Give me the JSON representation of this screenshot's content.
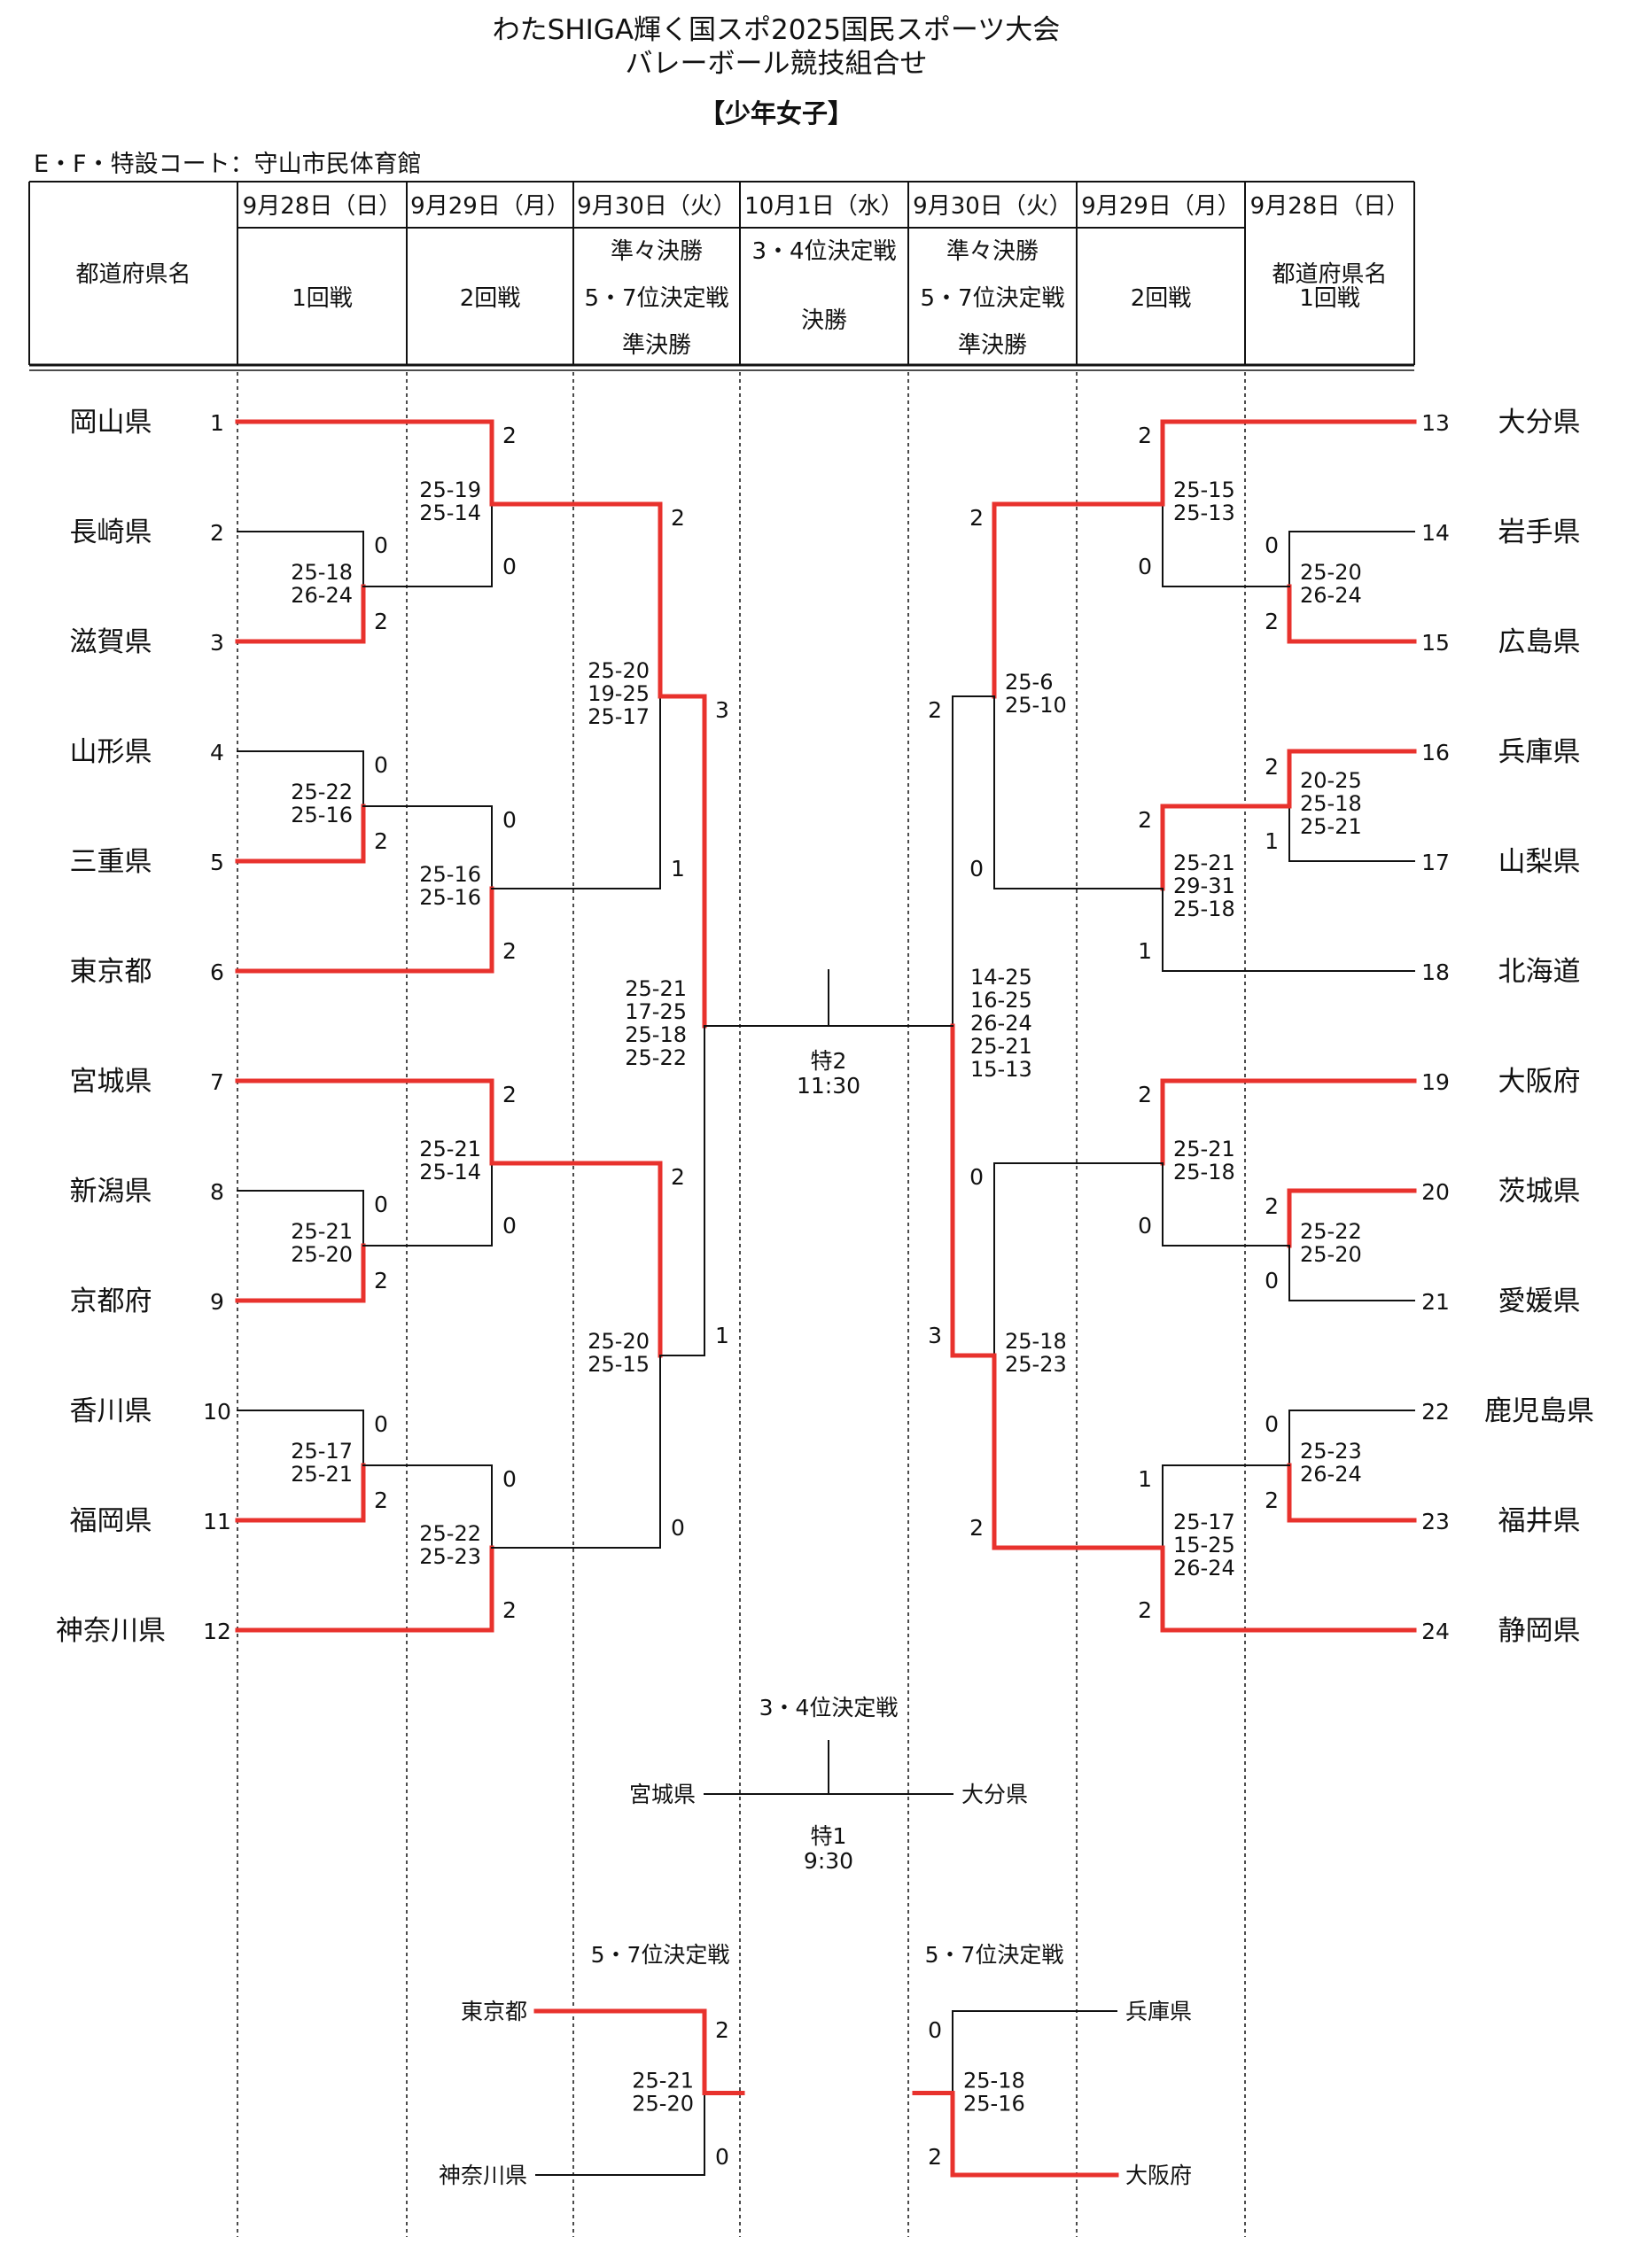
{
  "title": {
    "line1": "わたSHIGA輝く国スポ2025国民スポーツ大会",
    "line2": "バレーボール競技組合せ",
    "category": "【少年女子】"
  },
  "venue": "E・F・特設コート：守山市民体育館",
  "header": {
    "pref_col": "都道府県名",
    "cols": [
      {
        "date": "9月28日（日）",
        "lines": [
          "1回戦"
        ]
      },
      {
        "date": "9月29日（月）",
        "lines": [
          "2回戦"
        ]
      },
      {
        "date": "9月30日（火）",
        "lines": [
          "準々決勝",
          "5・7位決定戦",
          "準決勝"
        ]
      },
      {
        "date": "10月1日（水）",
        "lines": [
          "3・4位決定戦",
          "決勝"
        ]
      },
      {
        "date": "9月30日（火）",
        "lines": [
          "準々決勝",
          "5・7位決定戦",
          "準決勝"
        ]
      },
      {
        "date": "9月29日（月）",
        "lines": [
          "2回戦"
        ]
      },
      {
        "date": "9月28日（日）",
        "lines": [
          "1回戦"
        ]
      }
    ]
  },
  "teams_left": [
    {
      "seed": "1",
      "name": "岡山県"
    },
    {
      "seed": "2",
      "name": "長崎県"
    },
    {
      "seed": "3",
      "name": "滋賀県"
    },
    {
      "seed": "4",
      "name": "山形県"
    },
    {
      "seed": "5",
      "name": "三重県"
    },
    {
      "seed": "6",
      "name": "東京都"
    },
    {
      "seed": "7",
      "name": "宮城県"
    },
    {
      "seed": "8",
      "name": "新潟県"
    },
    {
      "seed": "9",
      "name": "京都府"
    },
    {
      "seed": "10",
      "name": "香川県"
    },
    {
      "seed": "11",
      "name": "福岡県"
    },
    {
      "seed": "12",
      "name": "神奈川県"
    }
  ],
  "teams_right": [
    {
      "seed": "13",
      "name": "大分県"
    },
    {
      "seed": "14",
      "name": "岩手県"
    },
    {
      "seed": "15",
      "name": "広島県"
    },
    {
      "seed": "16",
      "name": "兵庫県"
    },
    {
      "seed": "17",
      "name": "山梨県"
    },
    {
      "seed": "18",
      "name": "北海道"
    },
    {
      "seed": "19",
      "name": "大阪府"
    },
    {
      "seed": "20",
      "name": "茨城県"
    },
    {
      "seed": "21",
      "name": "愛媛県"
    },
    {
      "seed": "22",
      "name": "鹿児島県"
    },
    {
      "seed": "23",
      "name": "福井県"
    },
    {
      "seed": "24",
      "name": "静岡県"
    }
  ],
  "results": {
    "L_r1_a": {
      "top": "0",
      "bot": "2",
      "scores": [
        "25-18",
        "26-24"
      ]
    },
    "L_r1_b": {
      "top": "0",
      "bot": "2",
      "scores": [
        "25-22",
        "25-16"
      ]
    },
    "L_r1_c": {
      "top": "0",
      "bot": "2",
      "scores": [
        "25-21",
        "25-20"
      ]
    },
    "L_r1_d": {
      "top": "0",
      "bot": "2",
      "scores": [
        "25-17",
        "25-21"
      ]
    },
    "L_r2_a": {
      "top": "2",
      "bot": "0",
      "scores": [
        "25-19",
        "25-14"
      ]
    },
    "L_r2_b": {
      "top": "0",
      "bot": "2",
      "scores": [
        "25-16",
        "25-16"
      ]
    },
    "L_r2_c": {
      "top": "2",
      "bot": "0",
      "scores": [
        "25-21",
        "25-14"
      ]
    },
    "L_r2_d": {
      "top": "0",
      "bot": "2",
      "scores": [
        "25-22",
        "25-23"
      ]
    },
    "L_qf_a": {
      "top": "2",
      "bot": "1",
      "scores": [
        "25-20",
        "19-25",
        "25-17"
      ]
    },
    "L_qf_b": {
      "top": "2",
      "bot": "0",
      "scores": [
        "25-20",
        "25-15"
      ]
    },
    "L_sf": {
      "top": "3",
      "bot": "1",
      "scores": [
        "25-21",
        "17-25",
        "25-18",
        "25-22"
      ]
    },
    "R_r1_a": {
      "top": "0",
      "bot": "2",
      "scores": [
        "25-20",
        "26-24"
      ]
    },
    "R_r1_b": {
      "top": "2",
      "bot": "1",
      "scores": [
        "20-25",
        "25-18",
        "25-21"
      ]
    },
    "R_r1_c": {
      "top": "2",
      "bot": "0",
      "scores": [
        "25-22",
        "25-20"
      ]
    },
    "R_r1_d": {
      "top": "0",
      "bot": "2",
      "scores": [
        "25-23",
        "26-24"
      ]
    },
    "R_r2_a": {
      "top": "2",
      "bot": "0",
      "scores": [
        "25-15",
        "25-13"
      ]
    },
    "R_r2_b": {
      "top": "2",
      "bot": "1",
      "scores": [
        "25-21",
        "29-31",
        "25-18"
      ]
    },
    "R_r2_c": {
      "top": "2",
      "bot": "0",
      "scores": [
        "25-21",
        "25-18"
      ]
    },
    "R_r2_d": {
      "top": "1",
      "bot": "2",
      "scores": [
        "25-17",
        "15-25",
        "26-24"
      ]
    },
    "R_qf_a": {
      "top": "2",
      "bot": "0",
      "scores": [
        "25-6",
        "25-10"
      ]
    },
    "R_qf_b": {
      "top": "0",
      "bot": "2",
      "scores": [
        "25-18",
        "25-23"
      ]
    },
    "R_sf": {
      "top": "2",
      "bot": "3",
      "scores": [
        "14-25",
        "16-25",
        "26-24",
        "25-21",
        "15-13"
      ]
    }
  },
  "final": {
    "court": "特2",
    "time": "11:30"
  },
  "third_place": {
    "title": "3・4位決定戦",
    "left": "宮城県",
    "right": "大分県",
    "court": "特1",
    "time": "9:30"
  },
  "fifth_left": {
    "title": "5・7位決定戦",
    "top": "東京都",
    "bot": "神奈川県",
    "top_sets": "2",
    "bot_sets": "0",
    "scores": [
      "25-21",
      "25-20"
    ]
  },
  "fifth_right": {
    "title": "5・7位決定戦",
    "top": "兵庫県",
    "bot": "大阪府",
    "top_sets": "0",
    "bot_sets": "2",
    "scores": [
      "25-18",
      "25-16"
    ]
  },
  "colors": {
    "winner_line": "#e8322d",
    "line": "#111111"
  }
}
